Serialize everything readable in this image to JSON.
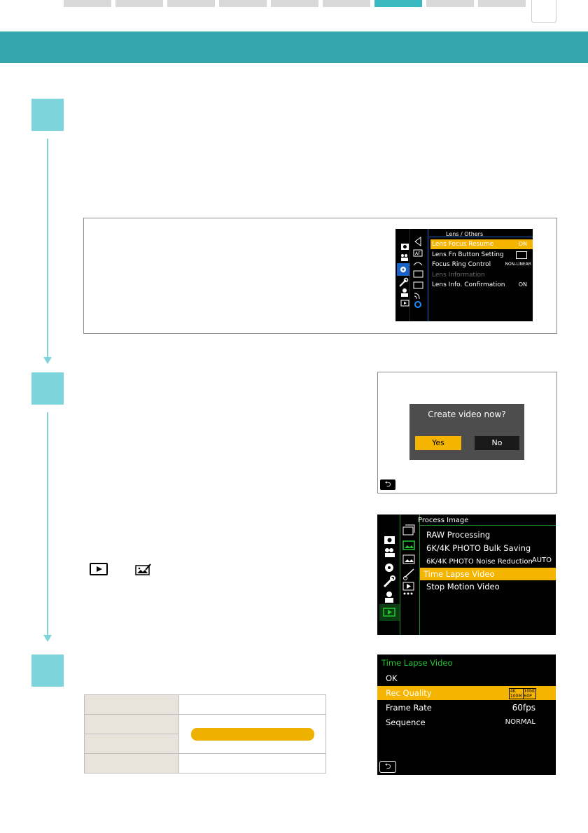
{
  "tabs": [
    {
      "label": "",
      "active": false
    },
    {
      "label": "",
      "active": false
    },
    {
      "label": "",
      "active": false
    },
    {
      "label": "",
      "active": false
    },
    {
      "label": "",
      "active": false
    },
    {
      "label": "",
      "active": false
    },
    {
      "label": "",
      "active": true
    },
    {
      "label": "",
      "active": false
    },
    {
      "label": "",
      "active": false
    }
  ],
  "colors": {
    "accent": "#33a5ab",
    "step": "#7dd4da",
    "highlight": "#f5b400"
  },
  "lens_menu": {
    "title": "Lens / Others",
    "items": [
      {
        "label": "Lens Focus Resume",
        "value": "ON",
        "selected": true,
        "disabled": false
      },
      {
        "label": "Lens Fn Button Setting",
        "value": "",
        "selected": false,
        "disabled": false
      },
      {
        "label": "Focus Ring Control",
        "value": "NON-LINEAR",
        "selected": false,
        "disabled": false
      },
      {
        "label": "Lens Information",
        "value": "",
        "selected": false,
        "disabled": true
      },
      {
        "label": "Lens Info. Confirmation",
        "value": "ON",
        "selected": false,
        "disabled": false
      }
    ]
  },
  "create_dialog": {
    "message": "Create video now?",
    "yes_label": "Yes",
    "no_label": "No",
    "back_icon": "return-icon"
  },
  "process_menu": {
    "title": "Process Image",
    "items": [
      {
        "label": "RAW Processing",
        "value": "",
        "selected": false
      },
      {
        "label": "6K/4K PHOTO Bulk Saving",
        "value": "",
        "selected": false
      },
      {
        "label": "6K/4K PHOTO Noise Reduction",
        "value": "AUTO",
        "selected": false
      },
      {
        "label": "Time Lapse Video",
        "value": "",
        "selected": true
      },
      {
        "label": "Stop Motion Video",
        "value": "",
        "selected": false
      }
    ]
  },
  "timelapse_menu": {
    "title": "Time Lapse Video",
    "items": [
      {
        "label": "OK",
        "value": "",
        "selected": false
      },
      {
        "label": "Rec Quality",
        "value": "",
        "selected": true
      },
      {
        "label": "Frame Rate",
        "value": "60fps",
        "selected": false
      },
      {
        "label": "Sequence",
        "value": "NORMAL",
        "selected": false
      }
    ],
    "rec_quality_badge": [
      "4K",
      "100M",
      "10bit",
      "60P"
    ]
  },
  "settings_table": {
    "rows": 4
  }
}
